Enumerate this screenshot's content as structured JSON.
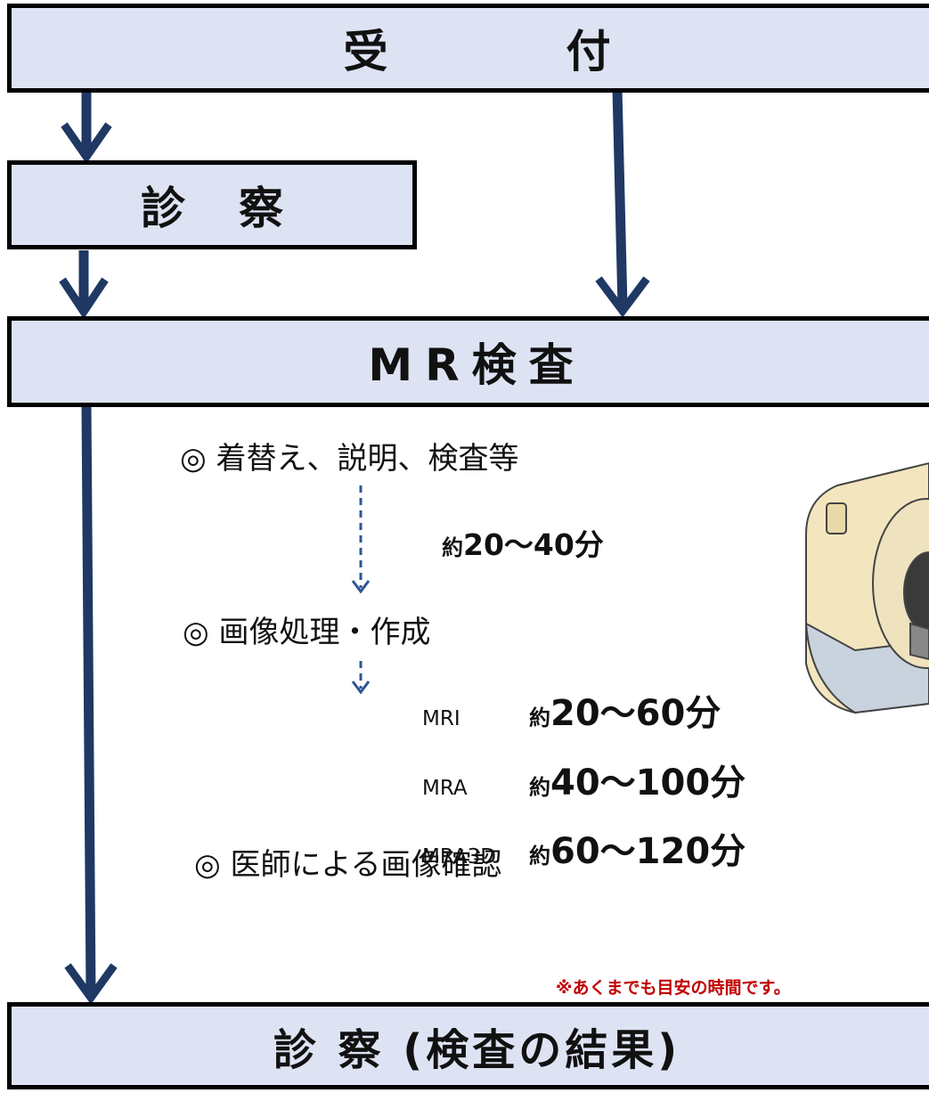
{
  "boxes": {
    "reception": "受付",
    "consultation": "診察",
    "mr_exam": "MR検査",
    "result_consultation": "診 察 (検査の結果)"
  },
  "steps": [
    "◎ 着替え、説明、検査等",
    "◎ 画像処理・作成",
    "◎ 医師による画像確認"
  ],
  "durations": {
    "exam": {
      "prefix": "約",
      "value": "20～40分"
    },
    "processing": [
      {
        "label": "MRI",
        "prefix": "約",
        "value": "20～60分"
      },
      {
        "label": "MRA",
        "prefix": "約",
        "value": "40～100分"
      },
      {
        "label": "MRA3D",
        "prefix": "約",
        "value": "60～120分"
      }
    ]
  },
  "note": "※あくまでも目安の時間です。",
  "colors": {
    "box_fill": "#dde3f3",
    "arrow": "#1f3864",
    "dashed_arrow": "#2f5597",
    "note": "#c00000"
  }
}
